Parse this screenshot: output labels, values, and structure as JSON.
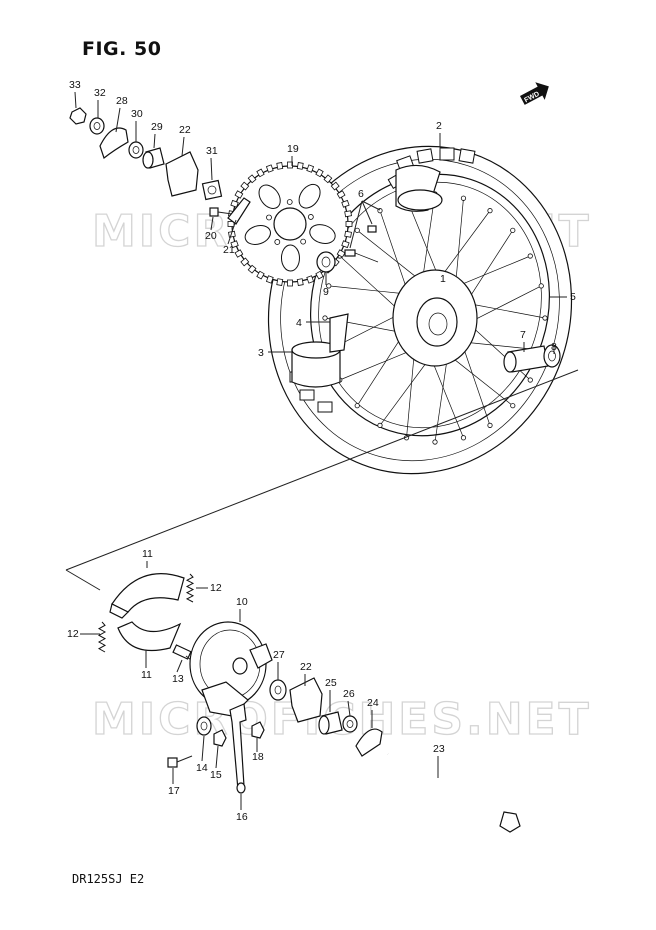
{
  "title": "FIG. 50",
  "model_code": "DR125SJ E2",
  "watermark": "MICROFICHES.NET",
  "fwd_label": "FWD",
  "callouts": [
    {
      "id": "c33",
      "label": "33"
    },
    {
      "id": "c32",
      "label": "32"
    },
    {
      "id": "c28",
      "label": "28"
    },
    {
      "id": "c30",
      "label": "30"
    },
    {
      "id": "c29",
      "label": "29"
    },
    {
      "id": "c22a",
      "label": "22"
    },
    {
      "id": "c31",
      "label": "31"
    },
    {
      "id": "c20",
      "label": "20"
    },
    {
      "id": "c21",
      "label": "21"
    },
    {
      "id": "c19",
      "label": "19"
    },
    {
      "id": "c9",
      "label": "9"
    },
    {
      "id": "c2",
      "label": "2"
    },
    {
      "id": "c6",
      "label": "6"
    },
    {
      "id": "c5",
      "label": "5"
    },
    {
      "id": "c7",
      "label": "7"
    },
    {
      "id": "c8",
      "label": "8"
    },
    {
      "id": "c4",
      "label": "4"
    },
    {
      "id": "c3",
      "label": "3"
    },
    {
      "id": "c1",
      "label": "1"
    },
    {
      "id": "c11a",
      "label": "11"
    },
    {
      "id": "c12a",
      "label": "12"
    },
    {
      "id": "c12b",
      "label": "12"
    },
    {
      "id": "c11b",
      "label": "11"
    },
    {
      "id": "c10",
      "label": "10"
    },
    {
      "id": "c13",
      "label": "13"
    },
    {
      "id": "c27",
      "label": "27"
    },
    {
      "id": "c22b",
      "label": "22"
    },
    {
      "id": "c25",
      "label": "25"
    },
    {
      "id": "c26",
      "label": "26"
    },
    {
      "id": "c24",
      "label": "24"
    },
    {
      "id": "c23",
      "label": "23"
    },
    {
      "id": "c18",
      "label": "18"
    },
    {
      "id": "c14",
      "label": "14"
    },
    {
      "id": "c15",
      "label": "15"
    },
    {
      "id": "c17",
      "label": "17"
    },
    {
      "id": "c16",
      "label": "16"
    }
  ]
}
